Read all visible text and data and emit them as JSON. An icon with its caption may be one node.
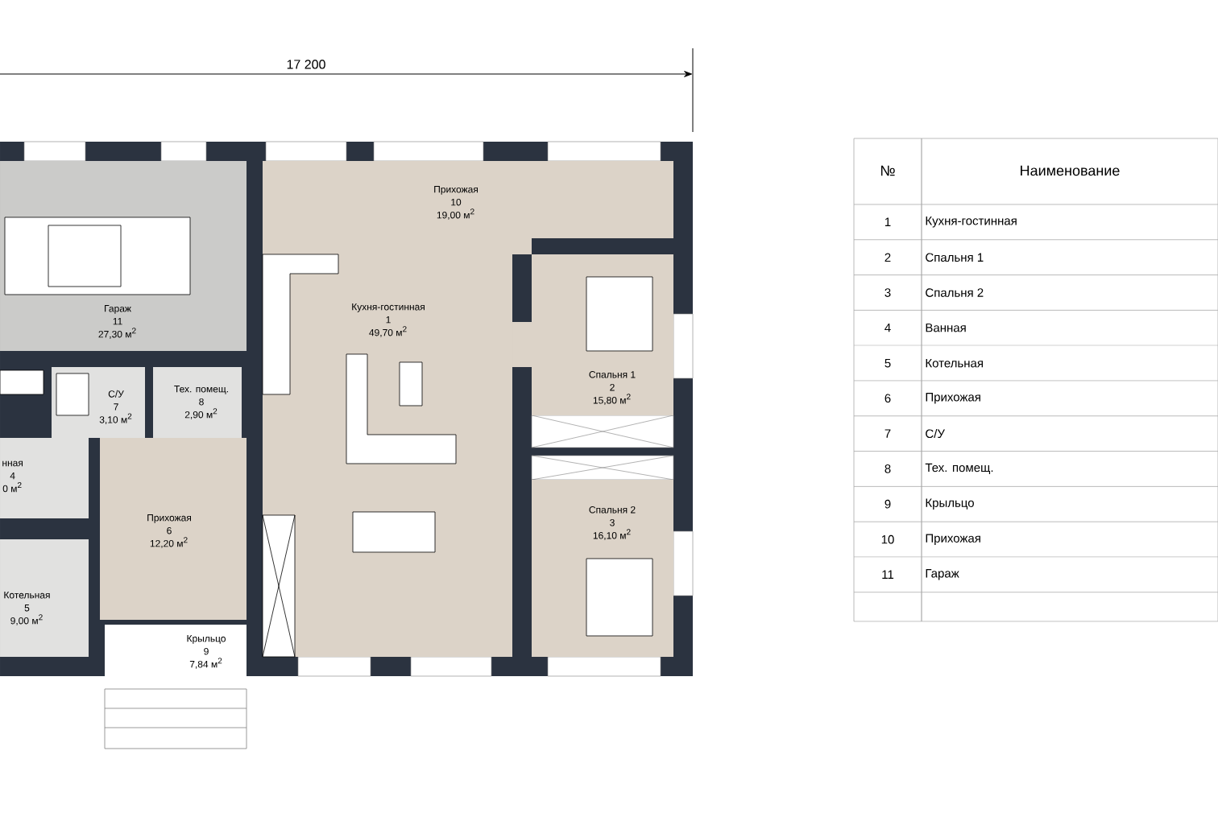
{
  "diagram": {
    "nodes": [
      {
        "text": [
          "Гараж",
          "11",
          "27,30 м$^{2}$"
        ]
      },
      {
        "text": [
          "Прихожая",
          "10",
          "19,00 м$^{2}$"
        ]
      },
      {
        "text": [
          "Кухня-гостинная",
          "1",
          "49,70 м$^{2}$"
        ]
      },
      {
        "text": [
          "Спальня 1",
          "2",
          "15,80 м$^{2}$"
        ]
      },
      {
        "text": [
          "С/У",
          "7",
          "3,10 м$^{2}$"
        ]
      },
      {
        "text": [
          "Тех. помещ.",
          "8",
          "2,90 м$^{2}$"
        ]
      },
      {
        "text": [
          "нная",
          "4",
          "0 м$^{2}$"
        ]
      },
      {
        "text": [
          "Прихожая",
          "6",
          "12,20 м$^{2}$"
        ]
      },
      {
        "text": [
          "Спальня 2",
          "3",
          "16,10 м$^{2}$"
        ]
      },
      {
        "text": [
          "Котельная",
          "5",
          "9,00 м$^{2}$"
        ]
      },
      {
        "text": [
          "Крыльцо",
          "9",
          "7,84 м$^{2}$"
        ]
      }
    ],
    "labels": [
      "17 200",
      "№",
      "Наименование",
      "1",
      "Кухня-гостинная",
      "2",
      "Спальня 1",
      "3",
      "Спальня 2",
      "4",
      "Ванная",
      "5",
      "Котельная",
      "6",
      "Прихожая",
      "7",
      "С/У",
      "8",
      "Тех. помещ.",
      "9",
      "Крыльцо",
      "10",
      "Прихожая",
      "11",
      "Гараж"
    ]
  }
}
